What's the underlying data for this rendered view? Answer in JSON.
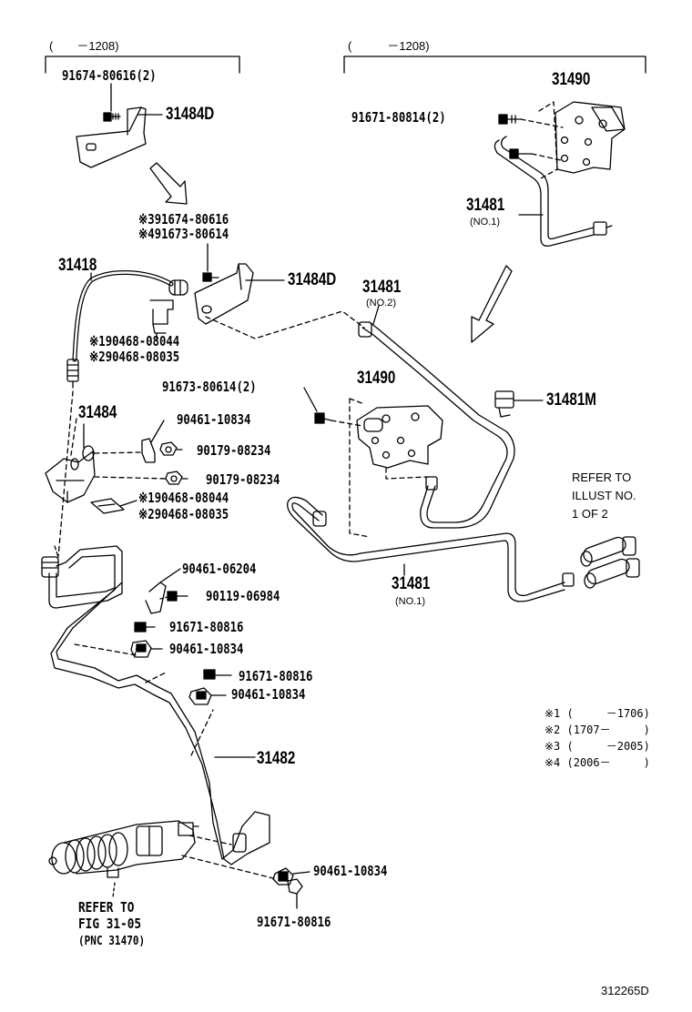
{
  "brackets": {
    "left_range": "(　　－1208)",
    "right_range": "(　　　－1208)"
  },
  "labels": {
    "p91674_80616_2": "91674-80616(2)",
    "p31484D_top": "31484D",
    "n3_91674": "※391674-80616",
    "n4_91673": "※491673-80614",
    "p31418": "31418",
    "p31484D_mid": "31484D",
    "n1_90468_top": "※190468-08044",
    "n2_90468_top": "※290468-08035",
    "p31484": "31484",
    "p90461_10834_a": "90461-10834",
    "p90179_08234_a": "90179-08234",
    "p90179_08234_b": "90179-08234",
    "n1_90468_bot": "※190468-08044",
    "n2_90468_bot": "※290468-08035",
    "p90461_06204": "90461-06204",
    "p90119_06984": "90119-06984",
    "p91671_80816_a": "91671-80816",
    "p90461_10834_b": "90461-10834",
    "p91671_80816_b": "91671-80816",
    "p90461_10834_c": "90461-10834",
    "p31482": "31482",
    "p90461_10834_d": "90461-10834",
    "p91671_80816_c": "91671-80816",
    "p31490_top": "31490",
    "p91671_80814_2": "91671-80814(2)",
    "p31481_top": "31481",
    "p31481_top_sub": "(NO.1)",
    "p31481_mid": "31481",
    "p31481_mid_sub": "(NO.2)",
    "p91673_80614_2": "91673-80614(2)",
    "p31490_mid": "31490",
    "p31481M": "31481M",
    "p31481_bot": "31481",
    "p31481_bot_sub": "(NO.1)"
  },
  "refer_illust": [
    "REFER TO",
    "ILLUST NO.",
    "1 OF 2"
  ],
  "refer_fig": [
    "REFER TO",
    "FIG 31-05",
    "(PNC 31470)"
  ],
  "notes": [
    "※1 (　　　－1706)",
    "※2 (1707－　　　)",
    "※3 (　　　－2005)",
    "※4 (2006－　　　)"
  ],
  "diagram_id": "312265D"
}
